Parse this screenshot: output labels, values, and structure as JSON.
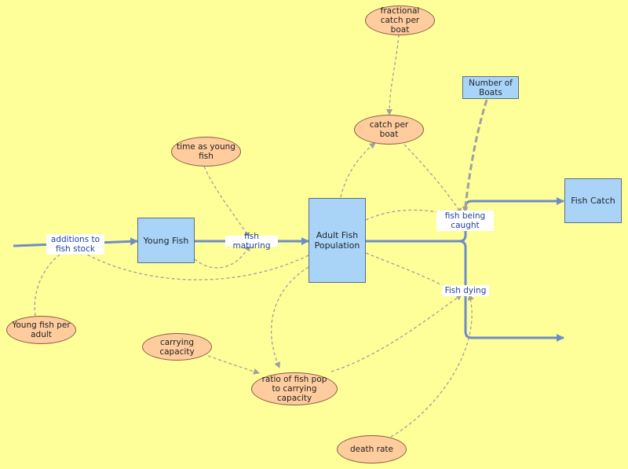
{
  "colors": {
    "background": "#ffff99",
    "stock_fill": "#aad4f7",
    "aux_fill": "#ffcc9e",
    "flow_line": "#6e8cc8",
    "link_line": "#a0a0a0",
    "flow_text": "#1f3fa0"
  },
  "stocks": {
    "young_fish": "Young Fish",
    "adult_fish": "Adult Fish Population",
    "fish_catch": "Fish Catch"
  },
  "converters": {
    "fractional_catch": "fractional catch per boat",
    "number_of_boats": "Number of Boats",
    "catch_per_boat": "catch per boat",
    "time_as_young": "time as young fish",
    "young_per_adult": "Young fish per adult",
    "carrying_capacity": "carrying capacity",
    "ratio_pop": "ratio of fish pop to carrying capacity",
    "death_rate": "death rate"
  },
  "flows": {
    "additions": "additions to fish stock",
    "maturing": "fish maturing",
    "being_caught": "fish being caught",
    "dying": "Fish dying"
  }
}
